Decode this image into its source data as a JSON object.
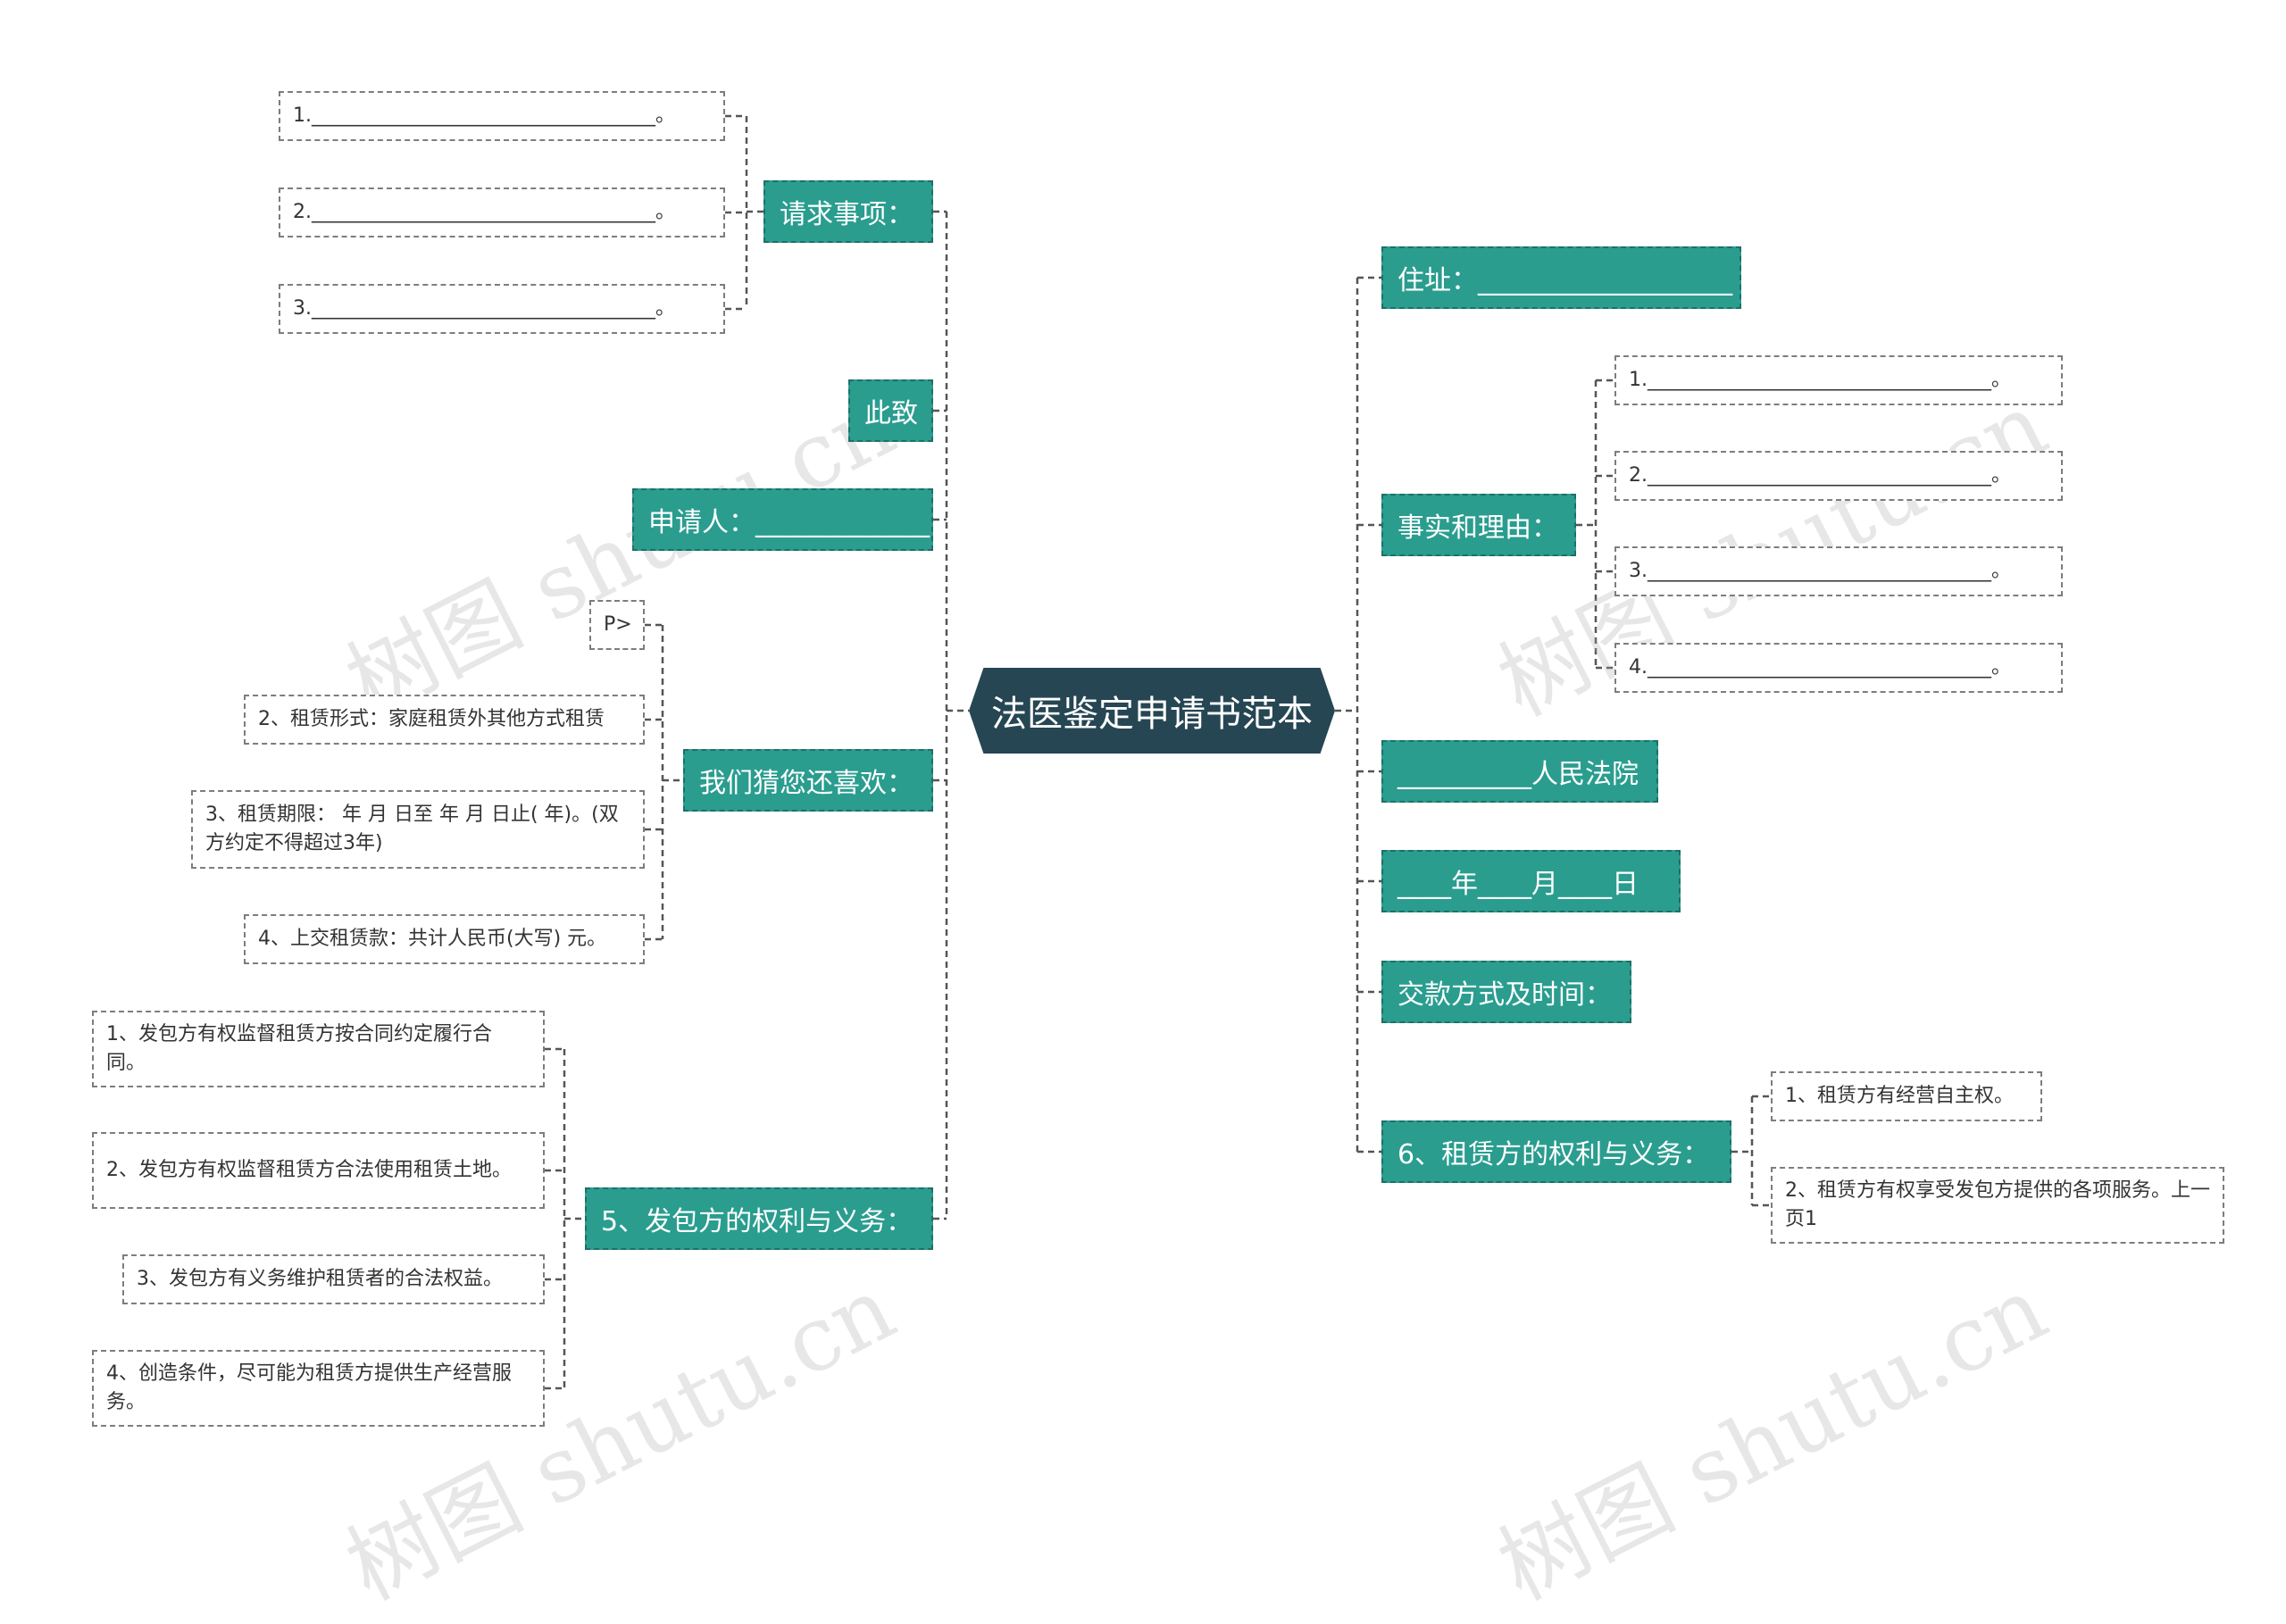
{
  "root": {
    "label": "法医鉴定申请书范本"
  },
  "left_branches": {
    "qiuqiu": {
      "label": "请求事项：",
      "items": [
        "1.___________________________________。",
        "2.___________________________________。",
        "3.___________________________________。"
      ]
    },
    "cizhi": {
      "label": "此致"
    },
    "shenqingren": {
      "label": "申请人：_____________"
    },
    "xihuan": {
      "label": "我们猜您还喜欢：",
      "items": [
        "P>",
        "2、租赁形式：家庭租赁外其他方式租赁",
        "3、租赁期限： 年 月 日至 年 月 日止( 年)。(双方约定不得超过3年)",
        "4、上交租赁款：共计人民币(大写) 元。"
      ]
    },
    "fabao": {
      "label": "5、发包方的权利与义务：",
      "items": [
        "1、发包方有权监督租赁方按合同约定履行合同。",
        "2、发包方有权监督租赁方合法使用租赁土地。",
        "3、发包方有义务维护租赁者的合法权益。",
        "4、创造条件，尽可能为租赁方提供生产经营服务。"
      ]
    }
  },
  "right_branches": {
    "zhuzhi": {
      "label": "住址：___________________"
    },
    "shishi": {
      "label": "事实和理由：",
      "items": [
        "1.___________________________________。",
        "2.___________________________________。",
        "3.___________________________________。",
        "4.___________________________________。"
      ]
    },
    "fayuan": {
      "label": "__________人民法院"
    },
    "riqi": {
      "label": "____年____月____日"
    },
    "jiaokuan": {
      "label": "交款方式及时间："
    },
    "zulin": {
      "label": "6、租赁方的权利与义务：",
      "items": [
        "1、租赁方有经营自主权。",
        "2、租赁方有权享受发包方提供的各项服务。上一页1"
      ]
    }
  },
  "watermark": "树图 shutu.cn",
  "colors": {
    "root": "#264653",
    "branch": "#2a9d8f",
    "connector": "#555555"
  }
}
